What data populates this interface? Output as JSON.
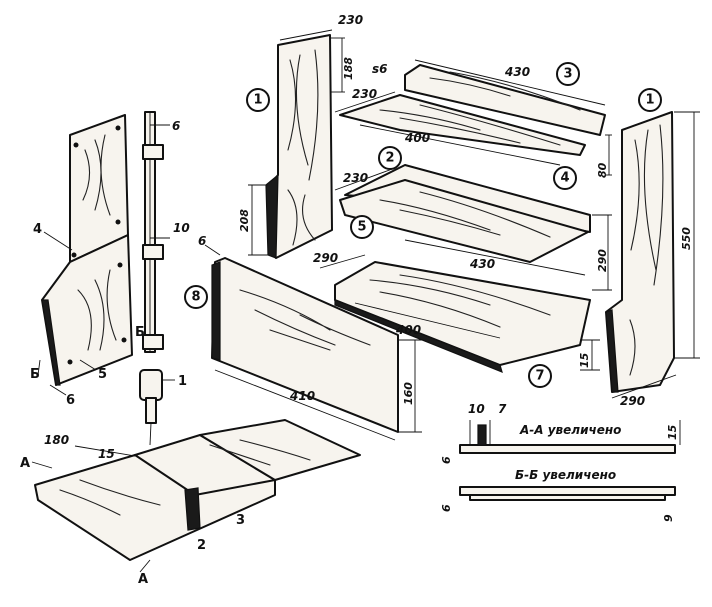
{
  "dimensions": {
    "side_top_width": "230",
    "side_notch_height": "188",
    "side_lower_height": "208",
    "shelf3_length": "430",
    "shelf3_thickness": "s6",
    "shelf4_width": "230",
    "shelf4_length": "400",
    "back3_height": "80",
    "shelf2_width": "230",
    "shelf2_length": "430",
    "back5_height": "290",
    "right_side_height": "550",
    "right_side_base": "290",
    "shelf7_width": "290",
    "shelf7_length": "400",
    "shelf7_lip": "15",
    "panel8_thickness": "6",
    "panel8_length": "410",
    "panel8_height": "160",
    "strip_thickness_top": "6",
    "strip_thickness_mid": "10",
    "jig_width": "180",
    "jig_offset": "15",
    "sectionA_w1": "10",
    "sectionA_w2": "7",
    "sectionA_h": "15",
    "sectionA_t": "6",
    "sectionB_t1": "6",
    "sectionB_t2": "9"
  },
  "callouts": {
    "c1_left": "1",
    "c1_right": "1",
    "c2": "2",
    "c3": "3",
    "c4": "4",
    "c5": "5",
    "c7": "7",
    "c8": "8"
  },
  "labels": {
    "left_part4": "4",
    "left_part5": "5",
    "left_part6": "6",
    "left_cut_B1": "Б",
    "left_cut_B2": "Б",
    "drill_label": "1",
    "jig_label2": "2",
    "jig_label3": "3",
    "arrow_A_top": "А",
    "arrow_A_bottom": "А"
  },
  "sections": {
    "a_a": "А-А увеличено",
    "b_b": "Б-Б увеличено"
  },
  "colors": {
    "ink": "#111111",
    "paper": "#ffffff",
    "wood": "#f7f4ee"
  }
}
